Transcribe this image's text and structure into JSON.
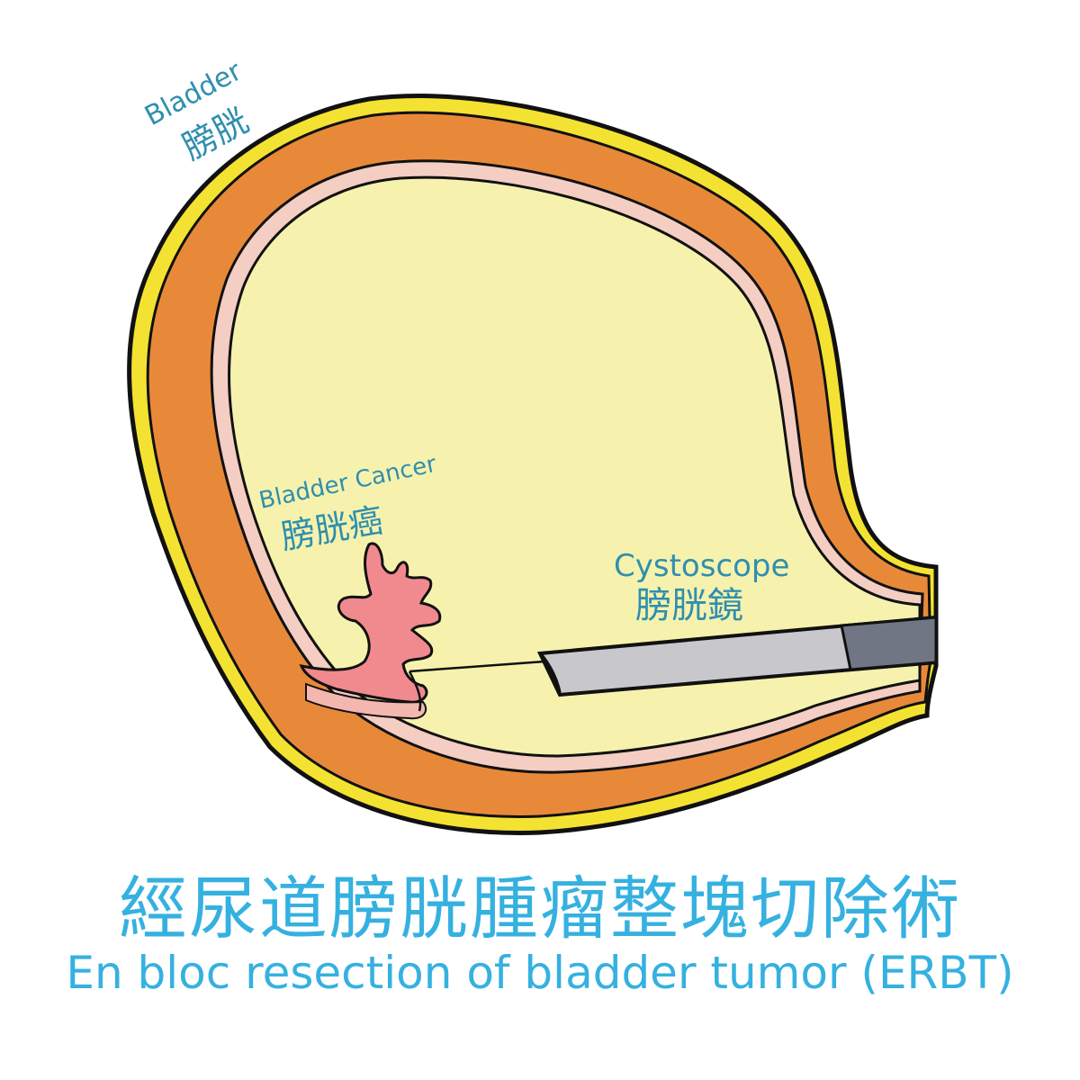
{
  "labels": {
    "bladder_en": "Bladder",
    "bladder_zh": "膀胱",
    "cancer_en": "Bladder Cancer",
    "cancer_zh": "膀胱癌",
    "cystoscope_en": "Cystoscope",
    "cystoscope_zh": "膀胱鏡"
  },
  "title": {
    "zh": "經尿道膀胱腫瘤整塊切除術",
    "en": "En bloc resection of bladder tumor (ERBT)"
  },
  "colors": {
    "outer_wall": "#f4e232",
    "muscle_layer": "#e8893a",
    "mucosa": "#f4cdc3",
    "lumen": "#f6f2ad",
    "tumor": "#f08a8e",
    "scope_body": "#c8c8cc",
    "scope_tip": "#707684",
    "label_text": "#2f8fae",
    "title_text": "#35b1e0"
  }
}
